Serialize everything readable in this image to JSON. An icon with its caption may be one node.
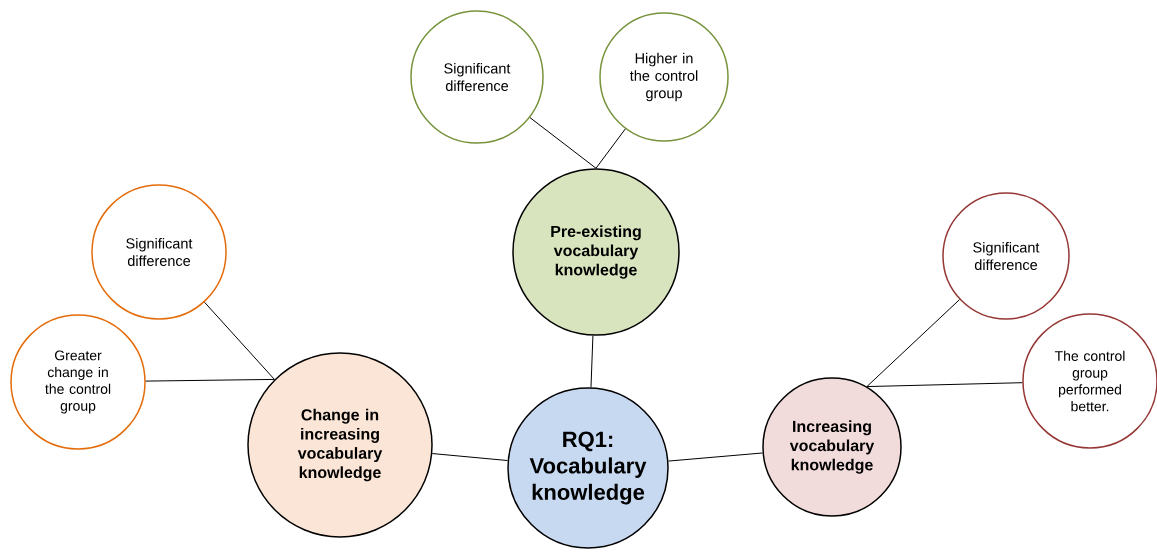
{
  "diagram": {
    "nodes": [
      {
        "text": [
          "RQ1: Vocabulary knowledge"
        ]
      },
      {
        "text": [
          "Pre-existing vocabulary knowledge"
        ]
      },
      {
        "text": [
          "Significant difference"
        ]
      },
      {
        "text": [
          "Higher in the control group"
        ]
      },
      {
        "text": [
          "Change in increasing vocabulary knowledge"
        ]
      },
      {
        "text": [
          "Significant difference"
        ]
      },
      {
        "text": [
          "Greater change in the control group"
        ]
      },
      {
        "text": [
          "Increasing vocabulary knowledge"
        ]
      },
      {
        "text": [
          "Significant difference"
        ]
      },
      {
        "text": [
          "The control group performed better."
        ]
      }
    ],
    "edges": [
      {
        "from": 0,
        "to": 1,
        "arrow": "none"
      },
      {
        "from": 1,
        "to": 2,
        "arrow": "none"
      },
      {
        "from": 1,
        "to": 3,
        "arrow": "none"
      },
      {
        "from": 0,
        "to": 4,
        "arrow": "none"
      },
      {
        "from": 4,
        "to": 5,
        "arrow": "none"
      },
      {
        "from": 4,
        "to": 6,
        "arrow": "none"
      },
      {
        "from": 0,
        "to": 7,
        "arrow": "none"
      },
      {
        "from": 7,
        "to": 8,
        "arrow": "none"
      },
      {
        "from": 7,
        "to": 9,
        "arrow": "none"
      }
    ]
  }
}
